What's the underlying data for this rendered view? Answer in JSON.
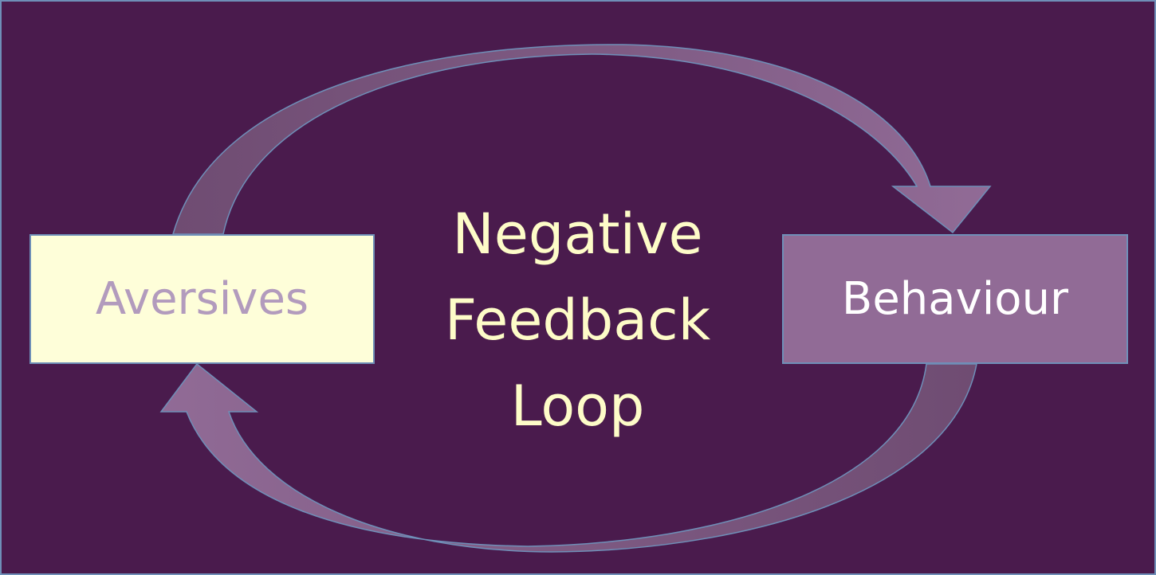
{
  "diagram": {
    "title_lines": [
      "Negative",
      "Feedback",
      "Loop"
    ],
    "nodes": {
      "aversives": {
        "label": "Aversives"
      },
      "behaviour": {
        "label": "Behaviour"
      }
    },
    "edges": [
      {
        "from": "aversives",
        "to": "behaviour"
      },
      {
        "from": "behaviour",
        "to": "aversives"
      }
    ]
  },
  "colors": {
    "background": "#4a1b4d",
    "frame": "#6f8fb8",
    "aversives_fill": "#fefed9",
    "aversives_text": "#b29bbd",
    "behaviour_fill": "#916b96",
    "behaviour_text": "#ffffff",
    "arrow_light": "#906a95",
    "arrow_dark": "#6f4c72",
    "title_text": "#fefcc8"
  }
}
